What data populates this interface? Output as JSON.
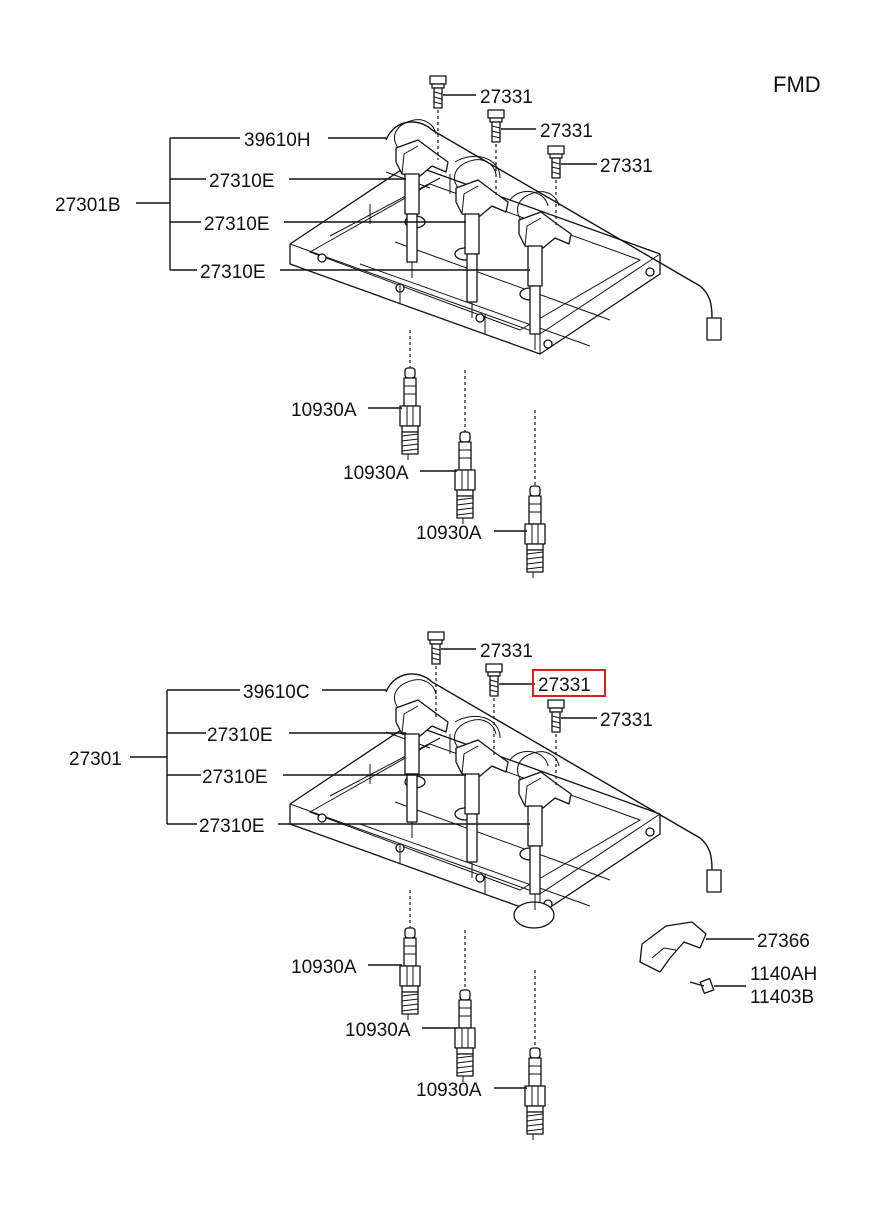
{
  "model_code": "FMD",
  "colors": {
    "highlight": "#e02020",
    "ink": "#111111",
    "background": "#ffffff"
  },
  "upper_assembly": {
    "assembly_label": "27301B",
    "cable_label": "39610H",
    "coil_labels": [
      "27310E",
      "27310E",
      "27310E"
    ],
    "bolt_labels": [
      "27331",
      "27331",
      "27331"
    ],
    "plug_labels": [
      "10930A",
      "10930A",
      "10930A"
    ]
  },
  "lower_assembly": {
    "assembly_label": "27301",
    "cable_label": "39610C",
    "coil_labels": [
      "27310E",
      "27310E",
      "27310E"
    ],
    "bolt_labels": [
      "27331",
      "27331",
      "27331"
    ],
    "highlighted_bolt_label": "27331",
    "plug_labels": [
      "10930A",
      "10930A",
      "10930A"
    ],
    "bracket_label": "27366",
    "screw_labels": [
      "1140AH",
      "11403B"
    ]
  }
}
